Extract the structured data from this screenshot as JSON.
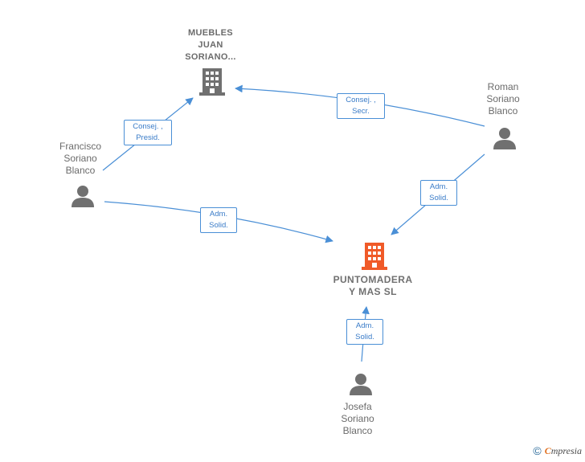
{
  "nodes": {
    "muebles": {
      "label": "MUEBLES\nJUAN\nSORIANO..."
    },
    "puntomadera": {
      "label": "PUNTOMADERA\nY MAS  SL"
    },
    "francisco": {
      "label": "Francisco\nSoriano\nBlanco"
    },
    "roman": {
      "label": "Roman\nSoriano\nBlanco"
    },
    "josefa": {
      "label": "Josefa\nSoriano\nBlanco"
    }
  },
  "edges": {
    "francisco_muebles": "Consej. ,\nPresid.",
    "roman_muebles": "Consej. ,\nSecr.",
    "francisco_punto": "Adm.\nSolid.",
    "roman_punto": "Adm.\nSolid.",
    "josefa_punto": "Adm.\nSolid."
  },
  "footer": {
    "copyright": "©",
    "brand_first": "C",
    "brand_rest": "mpresia"
  },
  "colors": {
    "edge": "#4a8fd6",
    "company": "#707070",
    "focus_company": "#f05a28",
    "person": "#707070"
  },
  "icons": {
    "company": "building-icon",
    "person": "person-icon"
  }
}
